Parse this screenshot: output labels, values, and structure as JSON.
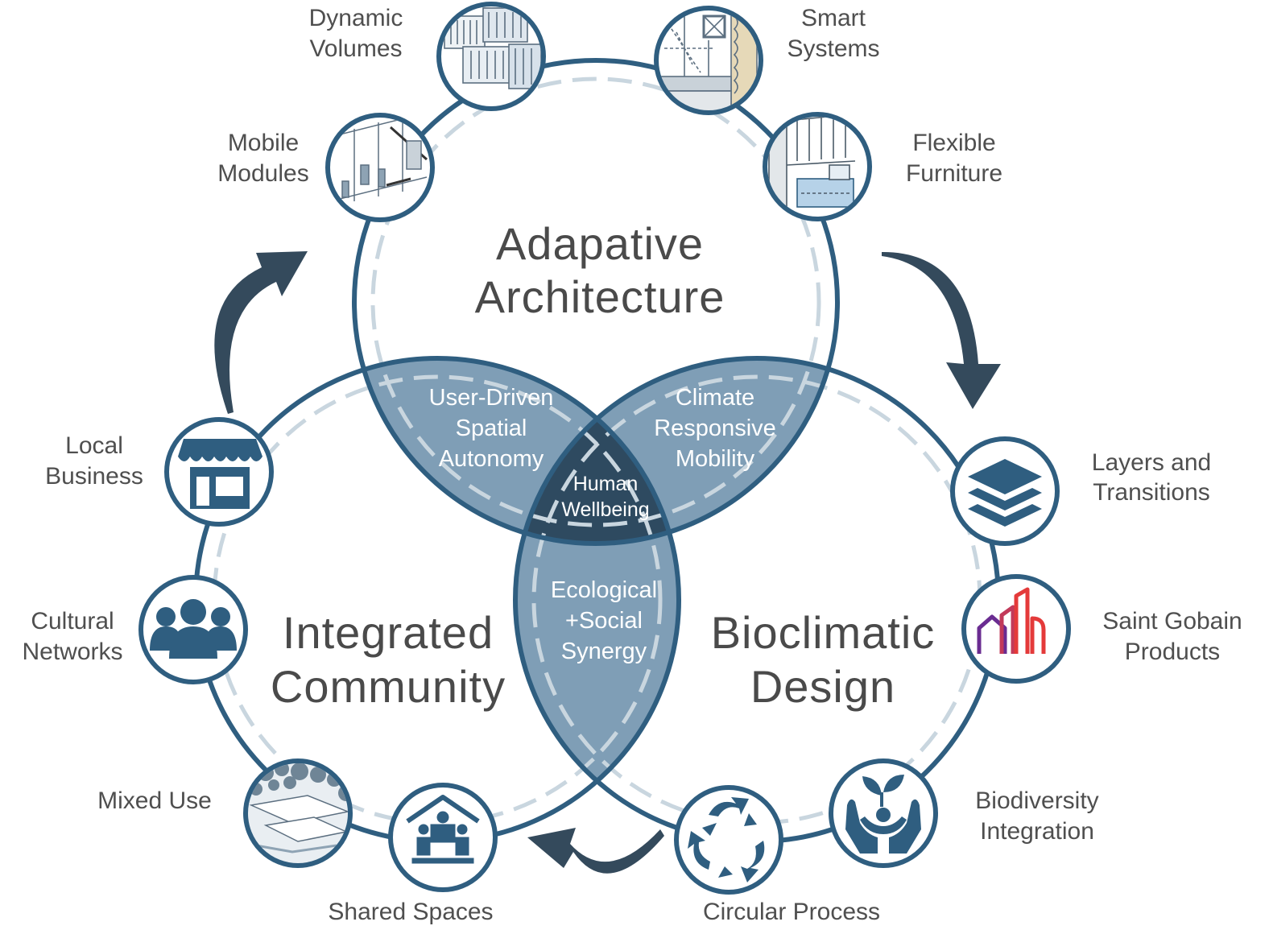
{
  "palette": {
    "ring": "#2f5e80",
    "dash": "#c9d6df",
    "lens": "#7f9eb6",
    "center": "#2e4a60",
    "icon": "#2f5e80",
    "arrow": "#344a5c",
    "product_red": "#e43a3a",
    "product_purple": "#6a2c91"
  },
  "circles": {
    "top": {
      "line1": "Adapative",
      "line2": "Architecture"
    },
    "left": {
      "line1": "Integrated",
      "line2": "Community"
    },
    "right": {
      "line1": "Bioclimatic",
      "line2": "Design"
    }
  },
  "overlaps": {
    "top_left": [
      "User-Driven",
      "Spatial",
      "Autonomy"
    ],
    "top_right": [
      "Climate",
      "Responsive",
      "Mobility"
    ],
    "bottom": [
      "Ecological",
      "+Social",
      "Synergy"
    ],
    "center": [
      "Human",
      "Wellbeing"
    ]
  },
  "nodes": {
    "dynamic_volumes": {
      "label": [
        "Dynamic",
        "Volumes"
      ],
      "icon": "building-volumes-sketch-icon"
    },
    "smart_systems": {
      "label": [
        "Smart",
        "Systems"
      ],
      "icon": "wall-section-sketch-icon"
    },
    "mobile_modules": {
      "label": [
        "Mobile",
        "Modules"
      ],
      "icon": "interior-modules-sketch-icon"
    },
    "flexible_furniture": {
      "label": [
        "Flexible",
        "Furniture"
      ],
      "icon": "furniture-sketch-icon"
    },
    "local_business": {
      "label": [
        "Local",
        "Business"
      ],
      "icon": "storefront-icon"
    },
    "cultural_networks": {
      "label": [
        "Cultural",
        "Networks"
      ],
      "icon": "people-group-icon"
    },
    "mixed_use": {
      "label": [
        "Mixed Use"
      ],
      "icon": "aerial-site-sketch-icon"
    },
    "shared_spaces": {
      "label": [
        "Shared Spaces"
      ],
      "icon": "house-meeting-icon"
    },
    "layers_transitions": {
      "label": [
        "Layers and",
        "Transitions"
      ],
      "icon": "layers-icon"
    },
    "saint_gobain": {
      "label": [
        "Saint Gobain",
        "Products"
      ],
      "icon": "city-buildings-logo-icon"
    },
    "biodiversity": {
      "label": [
        "Biodiversity",
        "Integration"
      ],
      "icon": "hands-sprout-icon"
    },
    "circular_process": {
      "label": [
        "Circular Process"
      ],
      "icon": "recycle-icon"
    }
  }
}
